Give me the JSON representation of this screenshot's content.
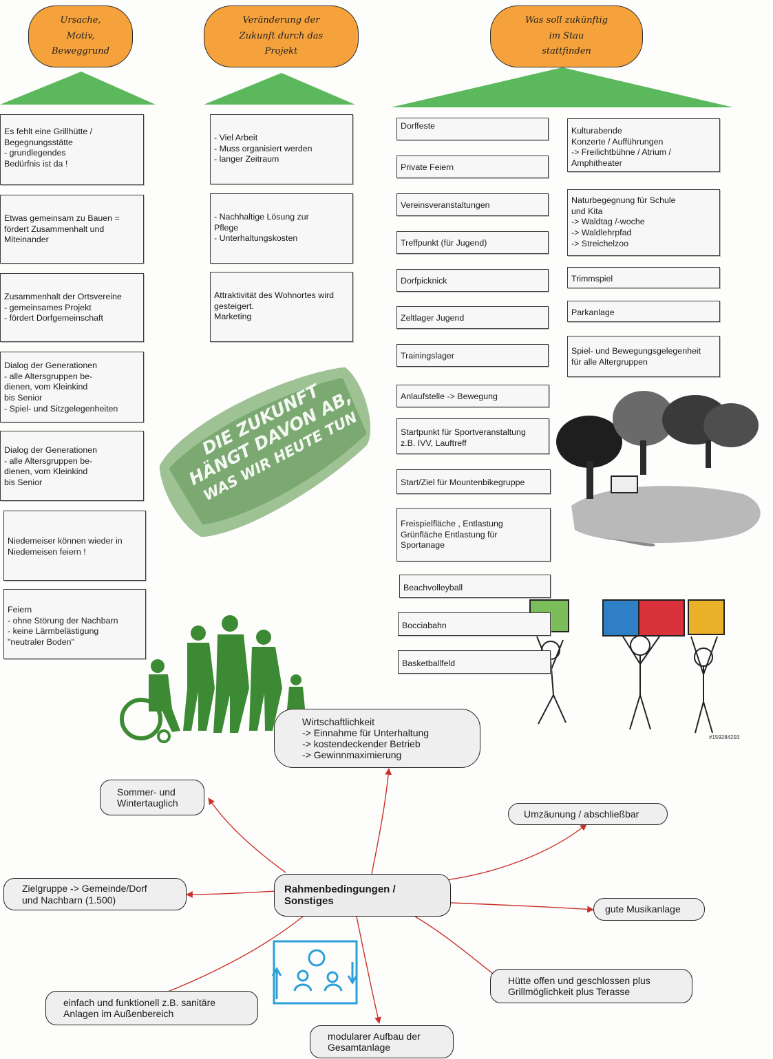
{
  "headers": [
    {
      "text": "Ursache,\nMotiv,\nBeweggrund"
    },
    {
      "text": "Veränderung der\nZukunft durch das\nProjekt"
    },
    {
      "text": "Was soll zukünftig\nim Stau\nstattfinden"
    }
  ],
  "col1": [
    "Es fehlt eine Grillhütte /\nBegegnungsstätte\n  -  grundlegendes\n    Bedürfnis ist da !",
    "Etwas gemeinsam zu Bauen =\nfördert  Zusammenhalt  und\nMiteinander",
    "Zusammenhalt  der  Ortsvereine\n-  gemeinsames  Projekt\n- fördert Dorfgemeinschaft",
    "Dialog  der  Generationen\n- alle Altersgruppen be-\n  dienen,  vom  Kleinkind\n  bis  Senior\n- Spiel- und Sitzgelegenheiten",
    "Dialog  der  Generationen\n- alle Altersgruppen be-\n  dienen,  vom  Kleinkind\n  bis  Senior",
    "Niedemeiser können wieder in\nNiedemeisen feiern !",
    "Feiern\n - ohne Störung der Nachbarn\n - keine  Lärmbelästigung\n\"neutraler Boden\""
  ],
  "col2": [
    " - Viel Arbeit\n -  Muss  organisiert  werden\n - langer Zeitraum",
    "  -  Nachhaltige  Lösung  zur\n     Pflege\n - Unterhaltungskosten",
    "Attraktivität des Wohnortes wird\ngesteigert.\nMarketing"
  ],
  "col3": [
    "Dorffeste",
    "Private Feiern",
    "Vereinsveranstaltungen",
    "Treffpunkt (für Jugend)",
    "Dorfpicknick",
    "Zeltlager Jugend",
    "Trainingslager",
    "Anlaufstelle -> Bewegung",
    "Startpunkt  für  Sportveranstaltung\nz.B.  IVV,  Lauftreff",
    "Start/Ziel für Mountenbikegruppe",
    "Freispielfläche  ,  Entlastung\nGrünfläche Entlastung für\nSportanage",
    "Beachvolleyball",
    "Bocciabahn",
    "Basketballfeld"
  ],
  "col4": [
    "Kulturabende\nKonzerte  /  Aufführungen\n-> Freilichtbühne / Atrium /\nAmphitheater",
    "Naturbegegnung  für  Schule\nund  Kita\n->  Waldtag /-woche\n->   Waldlehrpfad\n-> Streichelzoo",
    "Trimmspiel",
    "Parkanlage",
    "Spiel-  und  Bewegungsgelegenheit\nfür alle Altergruppen"
  ],
  "stamp": {
    "line1": "DIE ZUKUNFT",
    "line2": "HÄNGT DAVON AB,",
    "line3": "WAS WIR HEUTE TUN"
  },
  "stock_id": "#159284293",
  "mindmap": {
    "center": "Rahmenbedingungen /\nSonstiges",
    "economy": "Wirtschaftlichkeit\n-> Einnahme für Unterhaltung\n-> kostendeckender Betrieb\n-> Gewinnmaximierung",
    "season": "Sommer- und\nWintertauglich",
    "fence": "Umzäunung / abschließbar",
    "target": "Zielgruppe -> Gemeinde/Dorf\nund Nachbarn (1.500)",
    "music": "gute Musikanlage",
    "hut": "Hütte offen und geschlossen plus\nGrillmöglichkeit plus Terasse",
    "simple": "einfach und funktionell z.B. sanitäre\nAnlagen im Außenbereich",
    "modular": "modularer Aufbau der\nGesamtanlage"
  },
  "colors": {
    "header": "#f5a23c",
    "triangle": "#5cb85c",
    "arrow": "#c8322b",
    "green_figures": "#3d8a34",
    "icon_blue": "#2a9fd8"
  }
}
